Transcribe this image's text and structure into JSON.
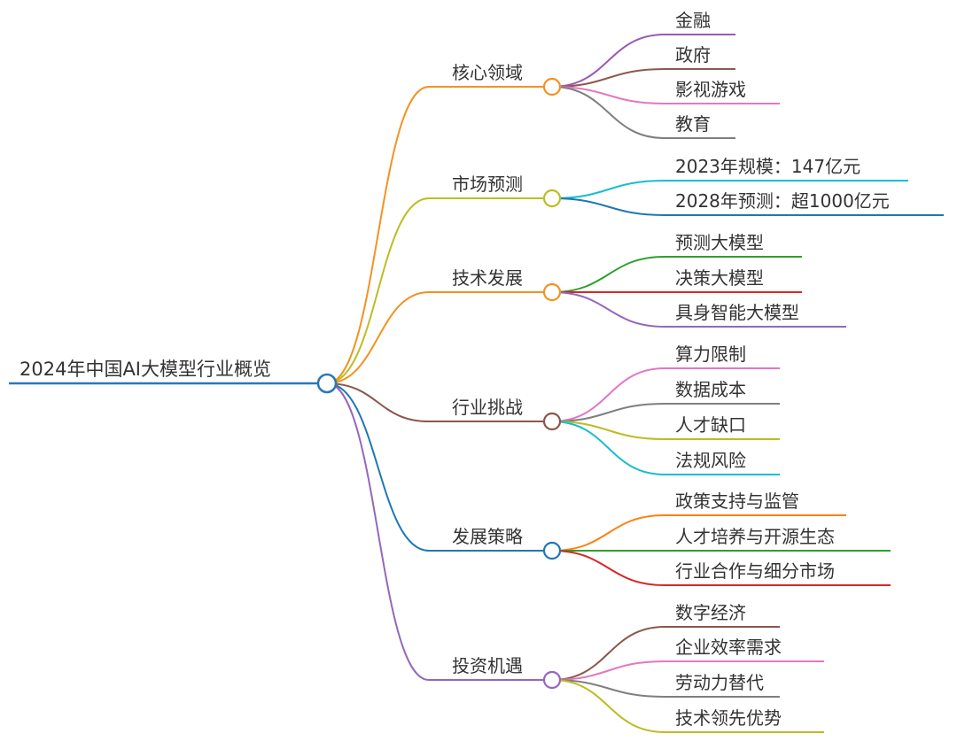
{
  "root": {
    "label": "2024年中国AI大模型行业概览",
    "color": "#2a77b8"
  },
  "branches": [
    {
      "label": "核心领域",
      "color": "#f39223",
      "children": [
        {
          "label": "金融",
          "color": "#9b59b6"
        },
        {
          "label": "政府",
          "color": "#8b5a4c"
        },
        {
          "label": "影视游戏",
          "color": "#e377c2"
        },
        {
          "label": "教育",
          "color": "#7f7f7f"
        }
      ]
    },
    {
      "label": "市场预测",
      "color": "#bcbd22",
      "children": [
        {
          "label": "2023年规模：147亿元",
          "color": "#17becf"
        },
        {
          "label": "2028年预测：超1000亿元",
          "color": "#1f77b4"
        }
      ]
    },
    {
      "label": "技术发展",
      "color": "#f39223",
      "children": [
        {
          "label": "预测大模型",
          "color": "#2ca02c"
        },
        {
          "label": "决策大模型",
          "color": "#d62728"
        },
        {
          "label": "具身智能大模型",
          "color": "#9467bd"
        }
      ]
    },
    {
      "label": "行业挑战",
      "color": "#8c564b",
      "children": [
        {
          "label": "算力限制",
          "color": "#e377c2"
        },
        {
          "label": "数据成本",
          "color": "#7f7f7f"
        },
        {
          "label": "人才缺口",
          "color": "#bcbd22"
        },
        {
          "label": "法规风险",
          "color": "#17becf"
        }
      ]
    },
    {
      "label": "发展策略",
      "color": "#1f77b4",
      "children": [
        {
          "label": "政策支持与监管",
          "color": "#ff7f0e"
        },
        {
          "label": "人才培养与开源生态",
          "color": "#2ca02c"
        },
        {
          "label": "行业合作与细分市场",
          "color": "#d62728"
        }
      ]
    },
    {
      "label": "投资机遇",
      "color": "#9467bd",
      "children": [
        {
          "label": "数字经济",
          "color": "#8c564b"
        },
        {
          "label": "企业效率需求",
          "color": "#e377c2"
        },
        {
          "label": "劳动力替代",
          "color": "#7f7f7f"
        },
        {
          "label": "技术领先优势",
          "color": "#bcbd22"
        }
      ]
    }
  ]
}
